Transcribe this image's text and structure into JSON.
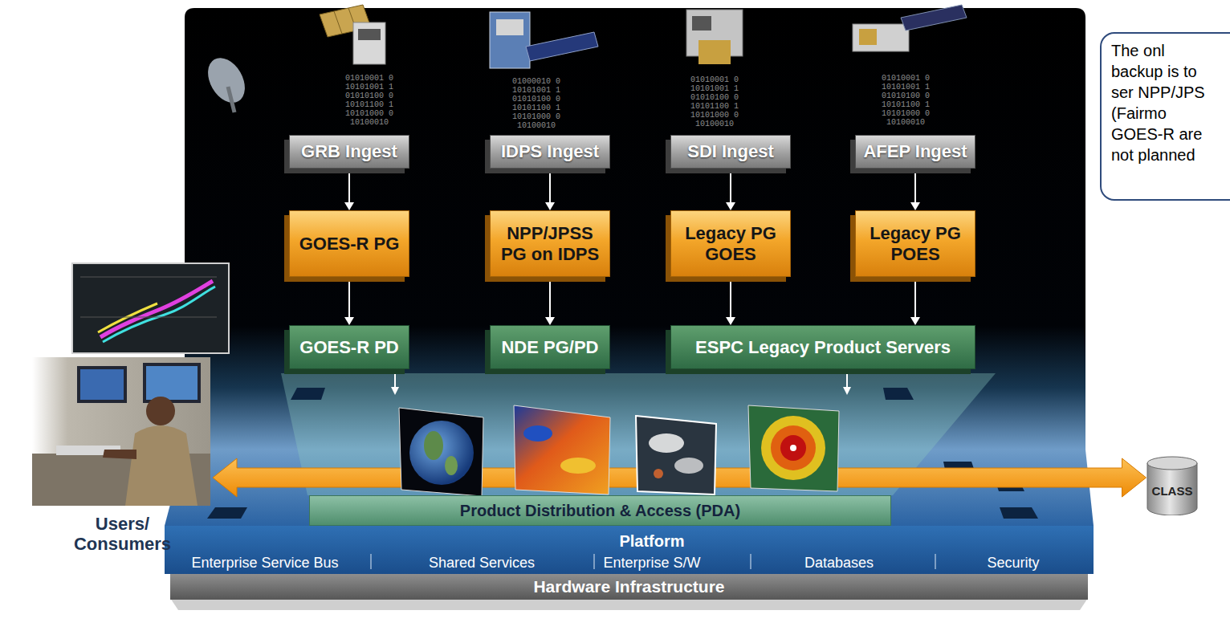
{
  "diagram": {
    "nodes": [
      {
        "text": [
          "GRB Ingest"
        ]
      },
      {
        "text": [
          "IDPS Ingest"
        ]
      },
      {
        "text": [
          "SDI Ingest"
        ]
      },
      {
        "text": [
          "AFEP Ingest"
        ]
      },
      {
        "text": [
          "The onl backup is to ser NPP/JPS (Fairmo GOES-R are not planned"
        ]
      },
      {
        "text": [
          "GOES-R PG"
        ]
      },
      {
        "text": [
          "NPP/JPSS PG on IDPS"
        ]
      },
      {
        "text": [
          "Legacy PG GOES"
        ]
      },
      {
        "text": [
          "Legacy PG POES"
        ]
      },
      {
        "text": [
          "GOES-R PD"
        ]
      },
      {
        "text": [
          "NDE PG/PD"
        ]
      },
      {
        "text": [
          "ESPC Legacy Product Servers"
        ]
      },
      {
        "text": [
          "Users/ Consumers"
        ]
      },
      {
        "text": [
          "CLASS"
        ]
      },
      {
        "text": [
          "Product Distribution & Access (PDA)"
        ]
      },
      {
        "text": [
          "Platform",
          "Enterprise Service Bus",
          "Shared Services",
          "Enterprise S/W",
          "Databases",
          "Security"
        ]
      },
      {
        "text": [
          "Hardware Infrastructure"
        ]
      }
    ],
    "edges": [
      {
        "from": 0,
        "to": 5,
        "arrow": "to"
      },
      {
        "from": 1,
        "to": 6,
        "arrow": "to"
      },
      {
        "from": 2,
        "to": 7,
        "arrow": "to"
      },
      {
        "from": 3,
        "to": 8,
        "arrow": "to"
      },
      {
        "from": 5,
        "to": 9,
        "arrow": "to"
      },
      {
        "from": 6,
        "to": 10,
        "arrow": "to"
      },
      {
        "from": 7,
        "to": 11,
        "arrow": "to"
      },
      {
        "from": 8,
        "to": 11,
        "arrow": "to"
      },
      {
        "from": 12,
        "to": 13,
        "arrow": "both"
      }
    ],
    "labels": [
      "01010001 010101001 101010100 010101100 110101000 010100010",
      "01000010 010101001 101010100 010101100 110101000 010100010",
      "01010001 010101001 101010100 010101100 110101000 010100010",
      "01010001 010101001 101010100 010101100 110101000 010100010"
    ]
  }
}
